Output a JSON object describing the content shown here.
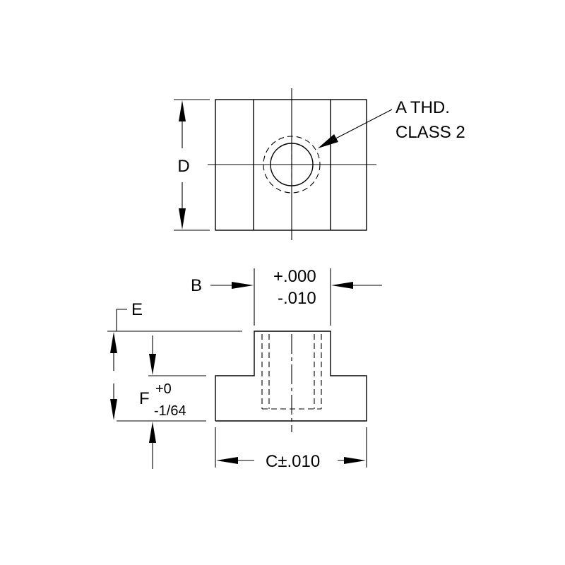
{
  "labels": {
    "d": "D",
    "a_thd_line1": "A THD.",
    "a_thd_line2": "CLASS 2",
    "b": "B",
    "b_tol_plus": "+.000",
    "b_tol_minus": "-.010",
    "e": "E",
    "f": "F",
    "f_tol_plus": "+0",
    "f_tol_minus": "-1/64",
    "c": "C±.010"
  }
}
